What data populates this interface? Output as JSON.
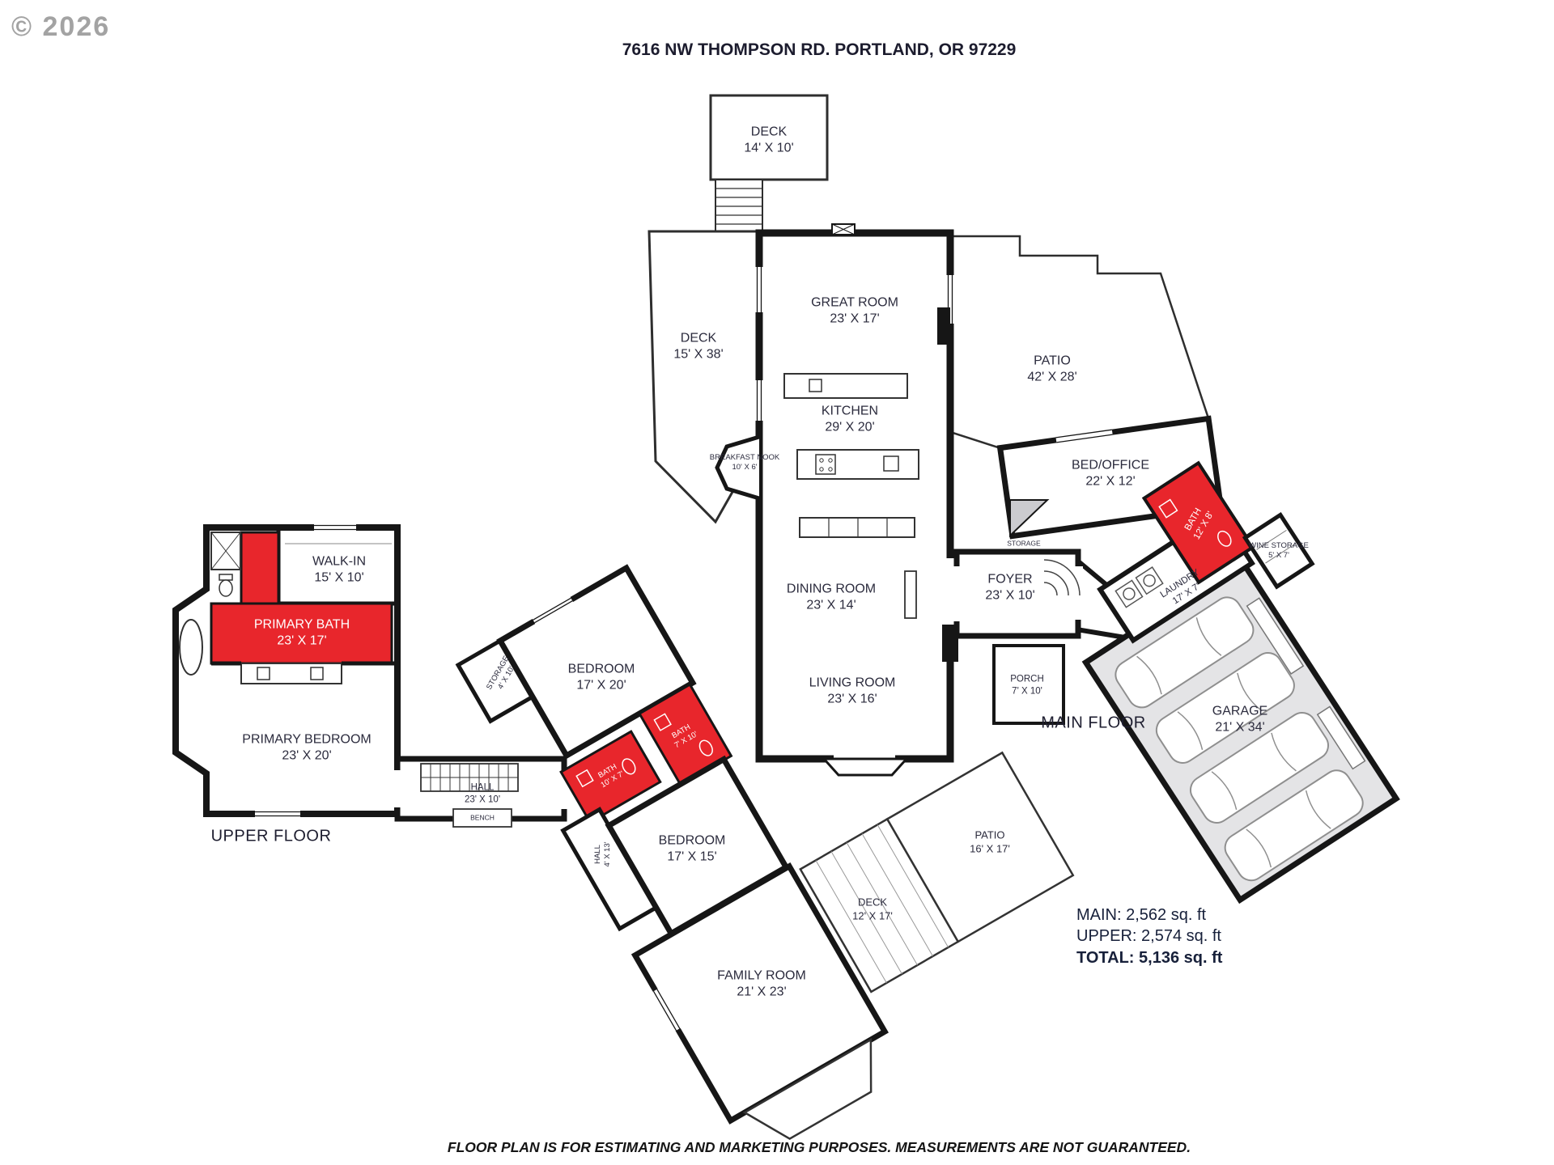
{
  "header": {
    "title": "7616 NW THOMPSON RD. PORTLAND, OR 97229",
    "watermark": "© 2026"
  },
  "footer": {
    "disclaimer": "FLOOR PLAN IS FOR ESTIMATING AND MARKETING PURPOSES. MEASUREMENTS ARE NOT GUARANTEED."
  },
  "floor_labels": {
    "upper": "UPPER FLOOR",
    "main": "MAIN FLOOR"
  },
  "summary": {
    "main": "MAIN: 2,562 sq. ft",
    "upper": "UPPER: 2,574 sq. ft",
    "total": "TOTAL: 5,136 sq. ft"
  },
  "colors": {
    "accent_red": "#e8262c",
    "garage_gray": "#e4e4e6",
    "wall_black": "#161616",
    "label_navy": "#2b2b3d"
  },
  "rooms": [
    {
      "name": "DECK",
      "dims": "14' X 10'"
    },
    {
      "name": "GREAT ROOM",
      "dims": "23' X 17'"
    },
    {
      "name": "DECK",
      "dims": "15' X 38'"
    },
    {
      "name": "PATIO",
      "dims": "42' X 28'"
    },
    {
      "name": "KITCHEN",
      "dims": "29' X 20'"
    },
    {
      "name": "BREAKFAST NOOK",
      "dims": "10' X 6'"
    },
    {
      "name": "BED/OFFICE",
      "dims": "22' X 12'"
    },
    {
      "name": "BATH",
      "dims": "12' X 8'"
    },
    {
      "name": "WINE STORAGE",
      "dims": "5' X 7'"
    },
    {
      "name": "STORAGE"
    },
    {
      "name": "FOYER",
      "dims": "23' X 10'"
    },
    {
      "name": "LAUNDRY",
      "dims": "17' X 7'"
    },
    {
      "name": "DINING ROOM",
      "dims": "23' X 14'"
    },
    {
      "name": "LIVING ROOM",
      "dims": "23' X 16'"
    },
    {
      "name": "PORCH",
      "dims": "7' X 10'"
    },
    {
      "name": "GARAGE",
      "dims": "21' X 34'"
    },
    {
      "name": "WALK-IN",
      "dims": "15' X 10'"
    },
    {
      "name": "PRIMARY BATH",
      "dims": "23' X 17'"
    },
    {
      "name": "PRIMARY BEDROOM",
      "dims": "23' X 20'"
    },
    {
      "name": "HALL",
      "dims": "23' X 10'"
    },
    {
      "name": "BENCH"
    },
    {
      "name": "STORAGE",
      "dims": "4' X 10'"
    },
    {
      "name": "BEDROOM",
      "dims": "17' X 20'"
    },
    {
      "name": "BATH",
      "dims": "7' X 10'"
    },
    {
      "name": "BATH",
      "dims": "10' X 7'"
    },
    {
      "name": "HALL",
      "dims": "4' X 13'"
    },
    {
      "name": "BEDROOM",
      "dims": "17' X 15'"
    },
    {
      "name": "FAMILY ROOM",
      "dims": "21' X 23'"
    },
    {
      "name": "DECK",
      "d ims": "",
      "dims": "12' X 17'"
    },
    {
      "name": "PATIO",
      "dims": "16' X 17'"
    }
  ]
}
